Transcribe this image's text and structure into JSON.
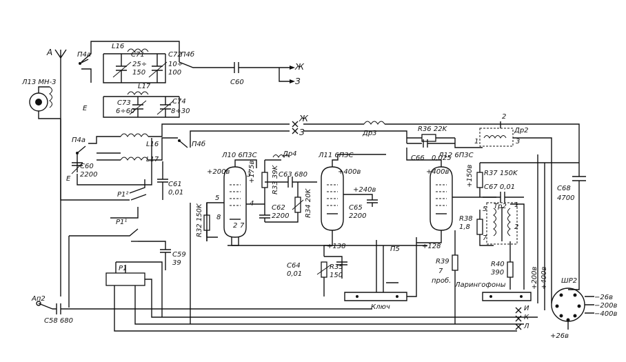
{
  "antenna": {
    "label": "A"
  },
  "indicator": {
    "label": "Л13 МН-3"
  },
  "ground": {
    "label": "E"
  },
  "switches": {
    "p4a": "П4а",
    "p4b": "П4б",
    "p1_2": "P1²",
    "p1_1": "P1¹",
    "p1": "P1",
    "p5": "П5"
  },
  "inductors": {
    "l16": "L16",
    "l17": "L17",
    "dr2": "Др2",
    "dr3": "Др3",
    "dr4": "Др4",
    "tr2": "Тр2"
  },
  "capacitors": {
    "c71": [
      "C71",
      "25÷",
      "150"
    ],
    "c72": [
      "C72",
      "10÷",
      "100"
    ],
    "c73": [
      "C73",
      "6÷60"
    ],
    "c74": [
      "C74",
      "8÷30"
    ],
    "c60": "C60",
    "c60b": [
      "C60",
      "2200"
    ],
    "c61": [
      "C61",
      "0,01"
    ],
    "c62": [
      "C62",
      "2200"
    ],
    "c63": "C63 680",
    "c64": [
      "C64",
      "0,01"
    ],
    "c65": [
      "C65",
      "2200"
    ],
    "c66": "C66",
    "c66v": "0,025",
    "c67": "C67 0,01",
    "c68": [
      "C68",
      "4700"
    ],
    "c58": "C58 680",
    "c59": [
      "C59",
      "39"
    ]
  },
  "resistors": {
    "r32": "R32 150K",
    "r33": "R33 39K",
    "r34": "R34 20K",
    "r35": [
      "R35",
      "150"
    ],
    "r36": "R36 22K",
    "r37": "R37 150K",
    "r38": [
      "R38",
      "1,8"
    ],
    "r39": [
      "R39",
      "7",
      "проб."
    ],
    "r40": [
      "R40",
      "390"
    ]
  },
  "tubes": {
    "l10": "Л10 6П3С",
    "l11": "Л11 6П3С",
    "l12": "Л12 6П3С"
  },
  "voltages": {
    "v200": "+200в",
    "v175": "+175в",
    "v400a": "+400в",
    "v240": "+240в",
    "v138": "+138",
    "v400b": "+400в",
    "v150": "+150в",
    "v128": "+128",
    "v200b": "+200в",
    "v400c": "+400в",
    "v26": "+26в",
    "m26": "−26в",
    "m200": "−200в",
    "m400": "−400в"
  },
  "pins": {
    "p3a": "3",
    "p4a": "4",
    "p5": "5",
    "p8": "8",
    "p2": "2",
    "p7": "7",
    "p3b": "3",
    "p5b": "5",
    "p7b": "7",
    "p1": "1",
    "p2b": "2",
    "p3c": "3",
    "p1b": "1",
    "p2c": "2"
  },
  "terminals": {
    "zh": "Ж",
    "z": "З",
    "zh2": "Ж",
    "z2": "З",
    "i": "И",
    "k": "К",
    "l": "Л"
  },
  "labels": {
    "key": "Ключ",
    "laryngophones": "Ларингофоны",
    "ap2": "Ап2",
    "shr2": "ШР2"
  }
}
